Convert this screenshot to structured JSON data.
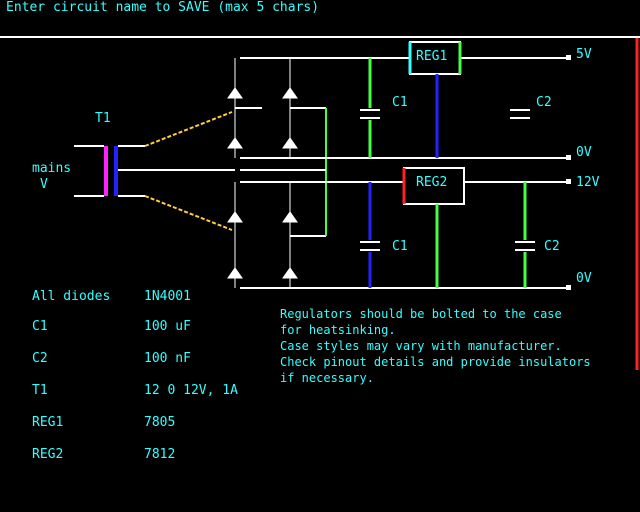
{
  "header": {
    "prompt": "Enter circuit name to SAVE (max 5 chars)"
  },
  "schematic": {
    "labels": {
      "transformer": "T1",
      "mains": "mains",
      "input_v": "V",
      "reg1": "REG1",
      "reg2": "REG2",
      "c1_top": "C1",
      "c2_top": "C2",
      "c1_bottom": "C1",
      "c2_bottom": "C2",
      "out_top_pos": "5V",
      "out_top_0v": "0V",
      "out_mid": "12V",
      "out_bottom": "0V"
    }
  },
  "components": [
    {
      "ref": "All diodes",
      "value": "1N4001"
    },
    {
      "ref": "C1",
      "value": "100 uF"
    },
    {
      "ref": "C2",
      "value": "100 nF"
    },
    {
      "ref": "T1",
      "value": "12 0 12V, 1A"
    },
    {
      "ref": "REG1",
      "value": "7805"
    },
    {
      "ref": "REG2",
      "value": "7812"
    }
  ],
  "notes": [
    "Regulators should be bolted to the case",
    "for heatsinking.",
    "Case styles may vary with manufacturer.",
    "Check pinout details and provide insulators",
    "if necessary."
  ]
}
